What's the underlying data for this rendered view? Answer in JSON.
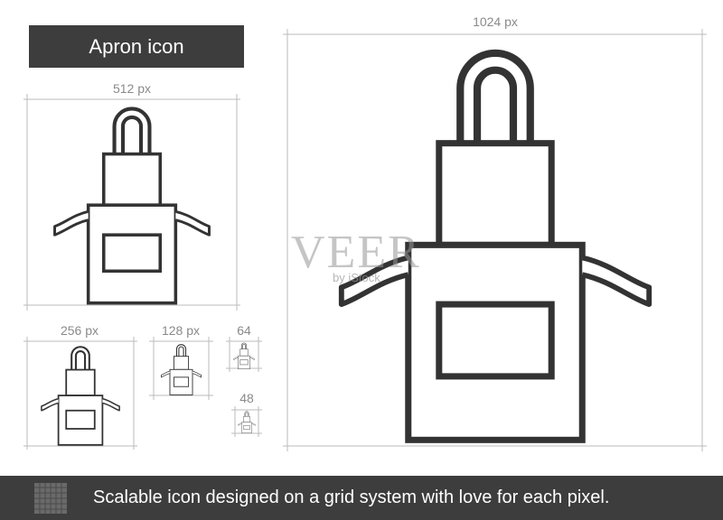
{
  "header": {
    "title": "Apron icon"
  },
  "sizes": {
    "large": "1024 px",
    "medium": "512 px",
    "small": "256 px",
    "xsmall": "128 px",
    "tiny": "64",
    "micro": "48"
  },
  "watermark": {
    "main": "VEER",
    "sub": "by iStock"
  },
  "footer": {
    "caption": "Scalable icon designed on a grid system with love for each pixel."
  },
  "colors": {
    "dark": "#3d3d3d",
    "stroke": "#333333",
    "guide": "#bbbbbb",
    "label": "#8a8a8a"
  },
  "icon": "apron-icon"
}
